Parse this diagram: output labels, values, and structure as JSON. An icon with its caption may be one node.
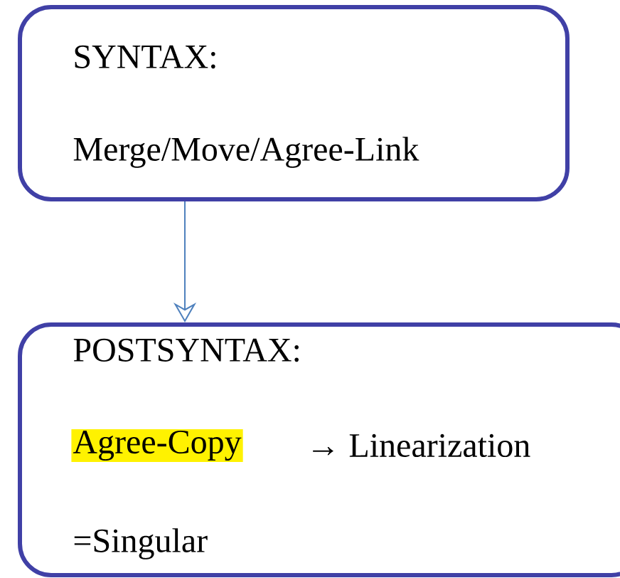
{
  "diagram": {
    "nodes": [
      {
        "text": [
          "SYNTAX:",
          "Merge/Move/Agree-Link"
        ]
      },
      {
        "text": [
          "POSTSYNTAX:",
          "Agree-Copy",
          "→ Linearization",
          "=Singular"
        ]
      }
    ],
    "edges": [
      {
        "from": 0,
        "to": 1,
        "arrow": "to",
        "color": "#4f81bd"
      }
    ]
  }
}
